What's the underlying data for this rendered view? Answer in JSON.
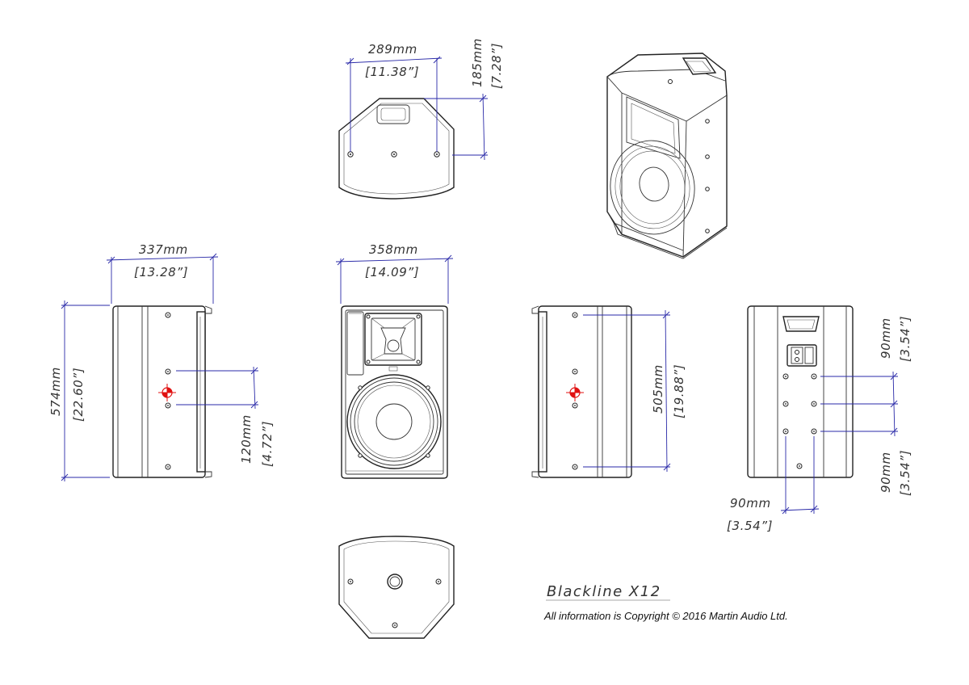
{
  "product": {
    "title": "Blackline  X12",
    "copyright": "All information is Copyright © 2016 Martin Audio Ltd."
  },
  "dimensions": {
    "top_width_mm": "289mm",
    "top_width_in": "[11.38”]",
    "top_depth_mm": "185mm",
    "top_depth_in": "[7.28”]",
    "side_depth_mm": "337mm",
    "side_depth_in": "[13.28”]",
    "height_mm": "574mm",
    "height_in": "[22.60”]",
    "cog_offset_mm": "120mm",
    "cog_offset_in": "[4.72”]",
    "front_width_mm": "358mm",
    "front_width_in": "[14.09”]",
    "fixing_spacing_mm": "505mm",
    "fixing_spacing_in": "[19.88”]",
    "rear_pitch_top_mm": "90mm",
    "rear_pitch_top_in": "[3.54”]",
    "rear_pitch_bottom_mm": "90mm",
    "rear_pitch_bottom_in": "[3.54”]",
    "rear_pitch_horizontal_mm": "90mm",
    "rear_pitch_horizontal_in": "[3.54”]"
  },
  "colors": {
    "dimension_line": "#2a2aa8",
    "center_of_gravity": "#e01010",
    "outline": "#222222"
  }
}
